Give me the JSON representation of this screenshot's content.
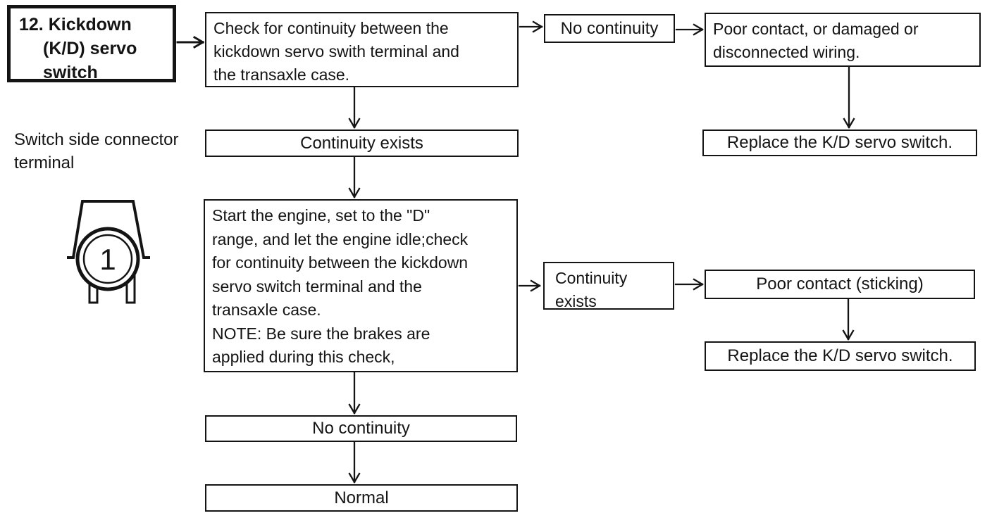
{
  "page": {
    "background": "#ffffff",
    "ink": "#141414"
  },
  "title_box": {
    "lines": [
      "12. Kickdown",
      "(K/D) servo",
      "switch"
    ]
  },
  "side_label": {
    "lines": [
      "Switch side connector",
      "terminal"
    ]
  },
  "connector_symbol": {
    "pin_number": "1"
  },
  "boxes": {
    "step1": {
      "lines": [
        "Check for continuity between the",
        "kickdown servo swith terminal and",
        "the transaxle case."
      ]
    },
    "no_continuity_1": {
      "label": "No continuity"
    },
    "poor_contact_1": {
      "lines": [
        "Poor contact, or damaged or",
        "disconnected wiring."
      ]
    },
    "replace_1": {
      "label": "Replace the K/D servo switch."
    },
    "continuity_exists_1": {
      "label": "Continuity exists"
    },
    "step2": {
      "lines": [
        "Start the engine, set to the \"D\"",
        "range, and let the engine idle;check",
        "for continuity between the kickdown",
        "servo switch terminal and the",
        "transaxle case.",
        "NOTE: Be sure the brakes are",
        "applied during this check,"
      ]
    },
    "continuity_exists_2": {
      "lines": [
        "Continuity",
        "exists"
      ]
    },
    "poor_contact_2": {
      "label": "Poor contact (sticking)"
    },
    "replace_2": {
      "label": "Replace the K/D servo switch."
    },
    "no_continuity_2": {
      "label": "No continuity"
    },
    "normal": {
      "label": "Normal"
    }
  },
  "edges": [
    {
      "from": "title_box",
      "to": "step1"
    },
    {
      "from": "step1",
      "to": "no_continuity_1"
    },
    {
      "from": "no_continuity_1",
      "to": "poor_contact_1"
    },
    {
      "from": "poor_contact_1",
      "to": "replace_1"
    },
    {
      "from": "step1",
      "to": "continuity_exists_1"
    },
    {
      "from": "continuity_exists_1",
      "to": "step2"
    },
    {
      "from": "step2",
      "to": "continuity_exists_2"
    },
    {
      "from": "continuity_exists_2",
      "to": "poor_contact_2"
    },
    {
      "from": "poor_contact_2",
      "to": "replace_2"
    },
    {
      "from": "step2",
      "to": "no_continuity_2"
    },
    {
      "from": "no_continuity_2",
      "to": "normal"
    }
  ]
}
